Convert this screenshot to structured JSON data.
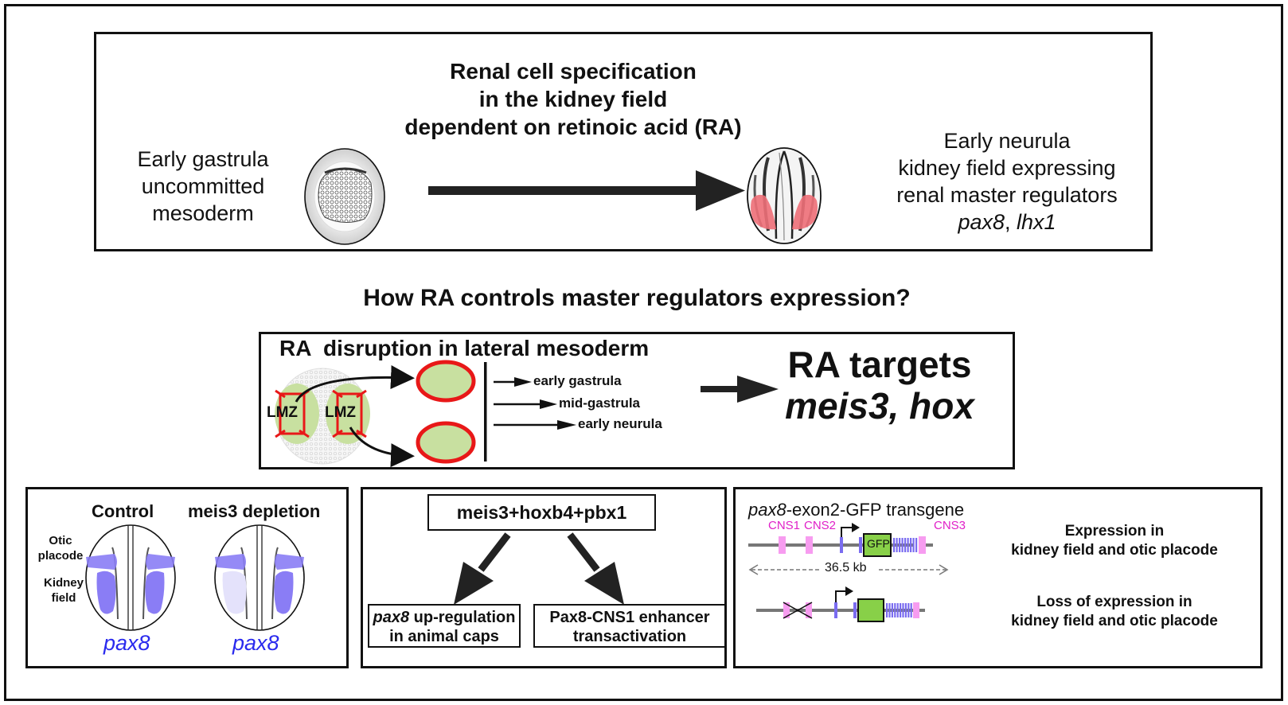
{
  "top_panel": {
    "title_lines": [
      "Renal cell specification",
      "in the kidney field",
      "dependent on retinoic acid (RA)"
    ],
    "left_lines": [
      "Early gastrula",
      "uncommitted",
      "mesoderm"
    ],
    "right_lines": [
      "Early neurula",
      "kidney field expressing",
      "renal master regulators"
    ],
    "right_genes": [
      "pax8",
      ", ",
      "lhx1"
    ],
    "left_image": "early-gastrula-embryo",
    "right_image": "early-neurula-embryo-kidney-field",
    "kidney_field_color": "#ee6f78"
  },
  "question": "How RA controls master regulators expression?",
  "middle_panel": {
    "heading": "RA  disruption in lateral mesoderm",
    "lmz_label": "LMZ",
    "stages": [
      "early gastrula",
      "mid-gastrula",
      "early neurula"
    ],
    "targets_title": "RA targets",
    "targets_genes": "meis3, hox",
    "mesoderm_fill": "#c8e0a0",
    "disruption_color": "#e81818"
  },
  "bottom_left": {
    "labels": [
      "Control",
      "meis3 depletion"
    ],
    "otic_label": [
      "Otic",
      "placode"
    ],
    "kidney_label": [
      "Kidney",
      "field"
    ],
    "gene_labels": [
      "pax8",
      "pax8"
    ],
    "expression_color": "#8a7df5",
    "reduced_color": "#e4e2fb"
  },
  "bottom_middle": {
    "complex": "meis3+hoxb4+pbx1",
    "left_result_gene": "pax8",
    "left_result_line1_rest": " up-regulation",
    "left_result_line2": "in animal caps",
    "right_result_line1": "Pax8-CNS1 enhancer",
    "right_result_line2": "transactivation"
  },
  "bottom_right": {
    "title_gene": "pax8",
    "title_rest": "-exon2-GFP transgene",
    "cns_labels": [
      "CNS1",
      "CNS2",
      "CNS3"
    ],
    "gfp_label": "GFP",
    "length_label": "36.5 kb",
    "result_1": [
      "Expression in",
      "kidney field and otic placode"
    ],
    "result_2": [
      "Loss of expression in",
      "kidney field and otic placode"
    ],
    "cns_color": "#f79cf0",
    "exon_color": "#7a6cf0",
    "gfp_color": "#88d048"
  }
}
